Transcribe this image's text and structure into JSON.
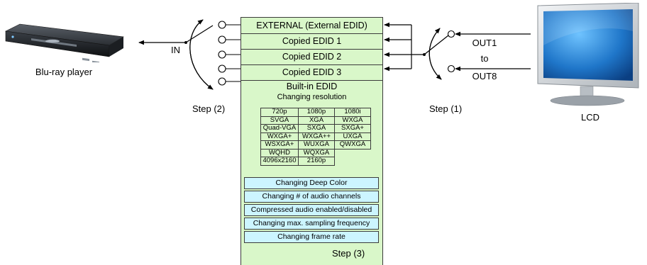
{
  "devices": {
    "player_label": "Blu-ray player",
    "display_label": "LCD"
  },
  "ports": {
    "in_label": "IN",
    "out_first": "OUT1",
    "out_to": "to",
    "out_last": "OUT8"
  },
  "steps": {
    "step1": "Step (1)",
    "step2": "Step (2)",
    "step3": "Step (3)"
  },
  "edid_slots": [
    "EXTERNAL (External EDID)",
    "Copied EDID 1",
    "Copied EDID 2",
    "Copied EDID 3"
  ],
  "builtin": {
    "title": "Built-in EDID",
    "subtitle": "Changing resolution",
    "resolutions": [
      [
        "720p",
        "1080p",
        "1080i"
      ],
      [
        "SVGA",
        "XGA",
        "WXGA"
      ],
      [
        "Quad-VGA",
        "SXGA",
        "SXGA+"
      ],
      [
        "WXGA+",
        "WXGA++",
        "UXGA"
      ],
      [
        "WSXGA+",
        "WUXGA",
        "QWXGA"
      ],
      [
        "WQHD",
        "WQXGA",
        ""
      ],
      [
        "4096x2160",
        "2160p",
        ""
      ]
    ],
    "features": [
      "Changing Deep Color",
      "Changing # of audio channels",
      "Compressed audio enabled/disabled",
      "Changing max. sampling frequency",
      "Changing frame rate"
    ]
  },
  "colors": {
    "panel": "#d9f7c9",
    "feature_box": "#ccf5ff",
    "line": "#000000"
  }
}
